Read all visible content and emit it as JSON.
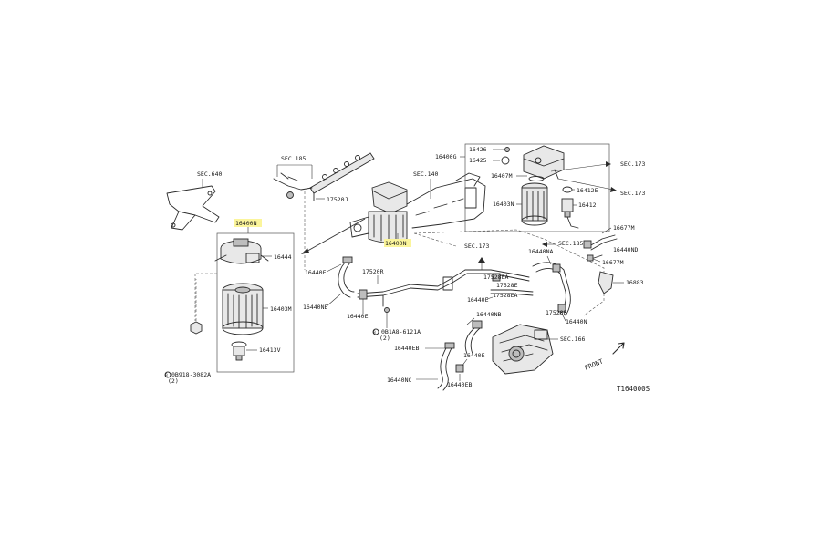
{
  "labels": {
    "sec_640": "SEC.640",
    "sec_185_top": "SEC.185",
    "p17520J": "17520J",
    "sec_140": "SEC.140",
    "p16400G": "16400G",
    "p16426": "16426",
    "p16425": "16425",
    "p16407M": "16407M",
    "p16412E": "16412E",
    "p16403N": "16403N",
    "p16412": "16412",
    "sec_173_a": "SEC.173",
    "sec_173_b": "SEC.173",
    "p16400N_left": "16400N",
    "p16400N_mid": "16400N",
    "p16444": "16444",
    "p16403M": "16403M",
    "p16413V": "16413V",
    "bolt_left": "0B918-3082A",
    "bolt_left_qty": "(2)",
    "p16440E_1": "16440E",
    "p16440NE": "16440NE",
    "p17520R": "17520R",
    "p16440E_2": "16440E",
    "bolt_mid": "0B1A8-6121A",
    "bolt_mid_qty": "(2)",
    "p16440EB": "16440EB",
    "p16440NC": "16440NC",
    "p16440E_3": "16440E",
    "p16440EB_2": "16440EB",
    "sec_173_mid": "SEC.173",
    "p17528EA": "17528EA",
    "p17528E": "17528E",
    "p17528EA_2": "17528EA",
    "p16440E_4": "16440E",
    "p16440NB": "16440NB",
    "p16440NA": "16440NA",
    "sec_185_right": "SEC.185",
    "p16677M_1": "16677M",
    "p16440ND": "16440ND",
    "p16677M_2": "16677M",
    "p16883": "16883",
    "p17528E_2": "17528E",
    "p16440N": "16440N",
    "sec_166": "SEC.166",
    "front": "FRONT",
    "figure_code": "T164000S"
  },
  "highlight_color": "#fbf59b"
}
